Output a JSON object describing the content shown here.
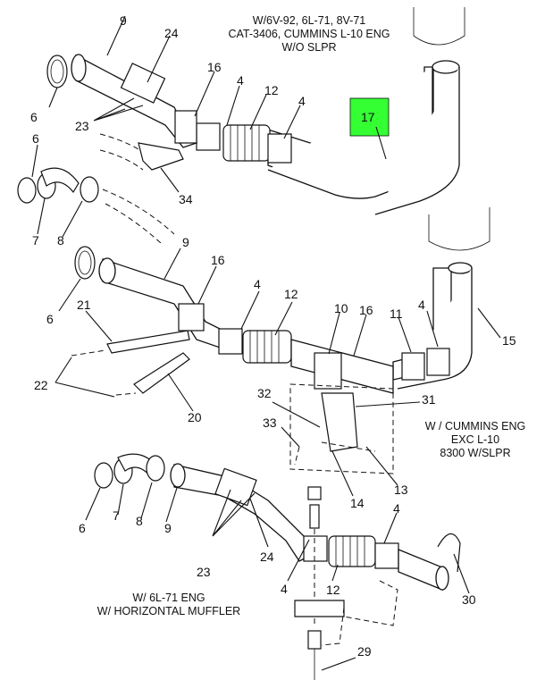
{
  "notes": {
    "top": [
      "W/6V-92, 6L-71, 8V-71",
      "CAT-3406, CUMMINS L-10 ENG",
      "W/O SLPR"
    ],
    "middle": [
      "W / CUMMINS ENG",
      "EXC L-10",
      "8300 W/SLPR"
    ],
    "bottom": [
      "W/ 6L-71 ENG",
      "W/ HORIZONTAL MUFFLER"
    ]
  },
  "callouts": {
    "highlight": "17",
    "top": [
      "9",
      "24",
      "6",
      "23",
      "16",
      "4",
      "12",
      "4",
      "6",
      "7",
      "8",
      "34"
    ],
    "middle": [
      "9",
      "16",
      "6",
      "21",
      "4",
      "12",
      "10",
      "16",
      "11",
      "4",
      "15",
      "22",
      "20",
      "32",
      "31",
      "33",
      "14",
      "13"
    ],
    "bottom": [
      "6",
      "7",
      "8",
      "9",
      "23",
      "24",
      "4",
      "4",
      "12",
      "30",
      "29"
    ]
  },
  "colors": {
    "highlight": "#33ff33",
    "ink": "#111111"
  }
}
